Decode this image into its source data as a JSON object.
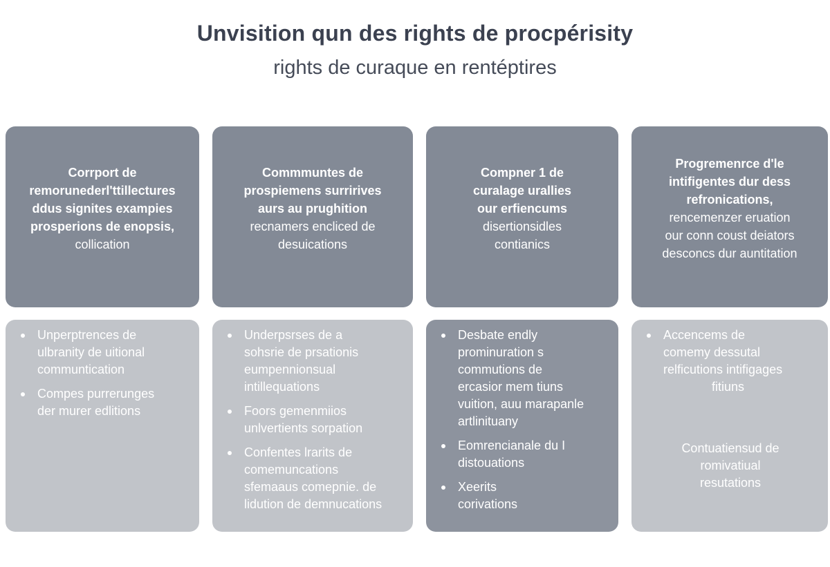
{
  "title": "Unvisition qun des rights de procpérisity",
  "subtitle": "rights de curaque en rentéptires",
  "columns": [
    {
      "head": [
        "Corrport de",
        "remorunederl'ttillectures",
        "ddus signites exampies",
        "prosperions de enopsis,",
        "collication"
      ],
      "bullets": [
        [
          "Unperptrences de",
          "ulbranity de uitional",
          "communtication"
        ],
        [
          "Compes purrerunges",
          "der murer edlitions"
        ]
      ]
    },
    {
      "head": [
        "Commmuntes de",
        "prospiemens surririves",
        "aurs au prughition",
        "recnamers encliced de",
        "desuications"
      ],
      "bullets": [
        [
          "Underpsrses de a",
          "sohsrie de prsationis",
          "eumpennionsual",
          "intillequations"
        ],
        [
          "Foors gemenmiios",
          "unlvertients sorpation"
        ],
        [
          "Confentes lrarits de",
          "comemuncations",
          "sfemaaus comepnie. de",
          "lidution de demnucations"
        ]
      ]
    },
    {
      "head": [
        "Compner 1 de",
        "curalage urallies",
        "our erfiencums",
        "disertionsidles",
        "contianics"
      ],
      "bullets": [
        [
          "Desbate endly",
          "prominuration s",
          "commutions de",
          "ercasior mem tiuns",
          "vuition, auu marapanle",
          "artlinituany"
        ],
        [
          "Eomrencianale du I",
          "distouations"
        ],
        [
          "Xeerits",
          "corivations"
        ]
      ]
    },
    {
      "head": [
        "Progremenrce d'le",
        "intifigentes dur dess",
        "refronications,",
        "rencemenzer eruation",
        "our conn coust deiators",
        "desconcs dur auntitation"
      ],
      "bullets": [
        [
          "Accencems de",
          "comemy dessutal",
          "relficutions intifigages",
          "fitiuns"
        ]
      ],
      "footer": [
        "Contuatiensud de",
        "romivatiual",
        "resutations"
      ]
    }
  ]
}
